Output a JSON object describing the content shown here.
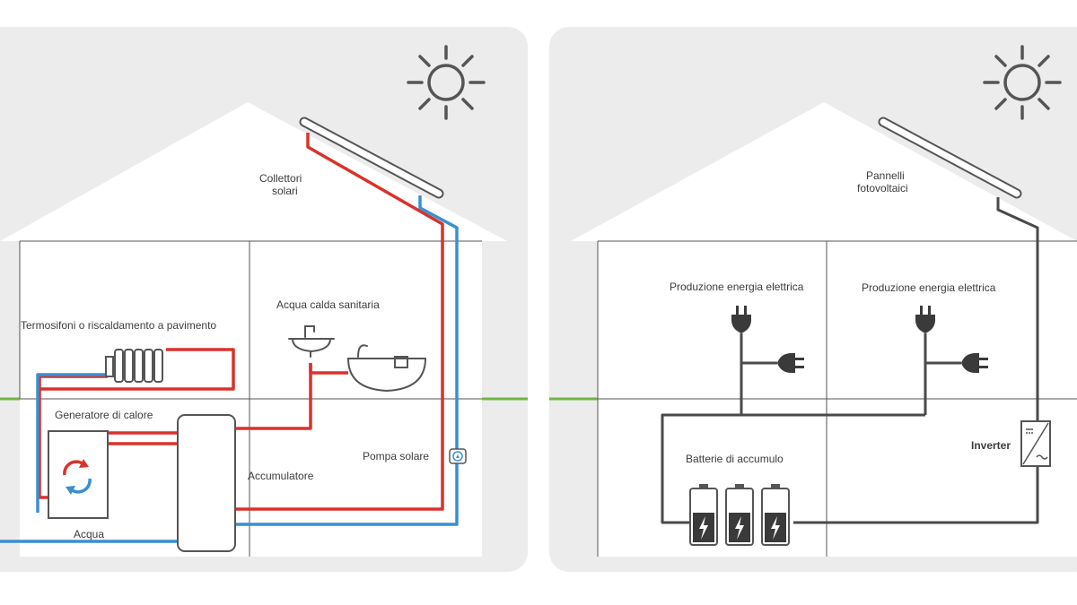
{
  "left_panel": {
    "labels": {
      "collectors": [
        "Collettori",
        "solari"
      ],
      "sanitary_water": "Acqua calda sanitaria",
      "radiators": "Termosifoni o riscaldamento a pavimento",
      "heat_generator": "Generatore di calore",
      "water": "Acqua",
      "storage_tank": "Accumulatore",
      "solar_pump": "Pompa solare"
    }
  },
  "right_panel": {
    "labels": {
      "pv_panels": [
        "Pannelli",
        "fotovoltaici"
      ],
      "power_production_1": "Produzione energia elettrica",
      "power_production_2": "Produzione energia elettrica",
      "batteries": "Batterie di accumulo",
      "inverter": "Inverter"
    }
  },
  "colors": {
    "background_card": "#ececec",
    "house_fill": "#ffffff",
    "hot_pipe": "#d9322b",
    "cold_pipe": "#3a8fd0",
    "electric_line": "#4a4a4a",
    "ground_line": "#6fb544",
    "floor_line": "#505050"
  },
  "icons": [
    "sun-icon",
    "radiator-icon",
    "sink-icon",
    "bathtub-icon",
    "heat-generator-icon",
    "storage-tank-icon",
    "pump-icon",
    "plug-icon",
    "socket-icon",
    "battery-icon",
    "inverter-icon"
  ]
}
